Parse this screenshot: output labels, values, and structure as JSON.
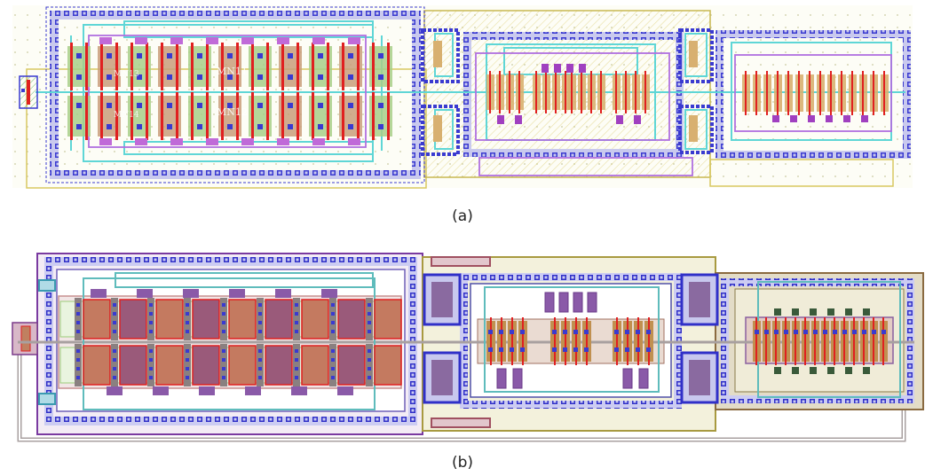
{
  "figure": {
    "panel_a": {
      "caption": "(a)",
      "device_labels": [
        "MN11",
        "MN12",
        "MN13",
        "MN14"
      ]
    },
    "panel_b": {
      "caption": "(b)"
    }
  },
  "colors": {
    "guard_ring_blue": "#3a3ad0",
    "guard_ring_fill": "#c9c9ee",
    "poly_red": "#e02020",
    "diffusion_green": "#7ac27a",
    "metal1_cyan": "#5fd6d6",
    "metal2_purple": "#9b4fd0",
    "well_yellow": "#d8c860",
    "device_brown": "#b36a55",
    "background_a": "#fdfdf6",
    "background_b": "#ffffff"
  }
}
